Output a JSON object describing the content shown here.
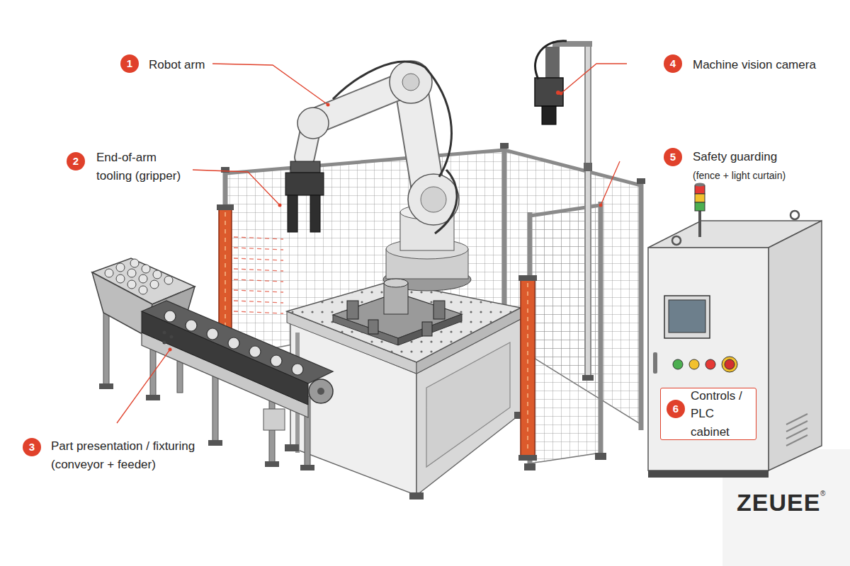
{
  "diagram": {
    "nodes": [
      {
        "text": [
          "6",
          "Controls / PLC cabinet"
        ]
      }
    ],
    "labels": [
      "1",
      "Robot arm",
      "2",
      "End-of-arm tooling (gripper)",
      "3",
      "Part presentation / fixturing (conveyor + feeder)",
      "4",
      "Machine vision camera",
      "5",
      "Safety guarding",
      "(fence + light curtain)",
      "ZEUEE",
      "®"
    ]
  }
}
